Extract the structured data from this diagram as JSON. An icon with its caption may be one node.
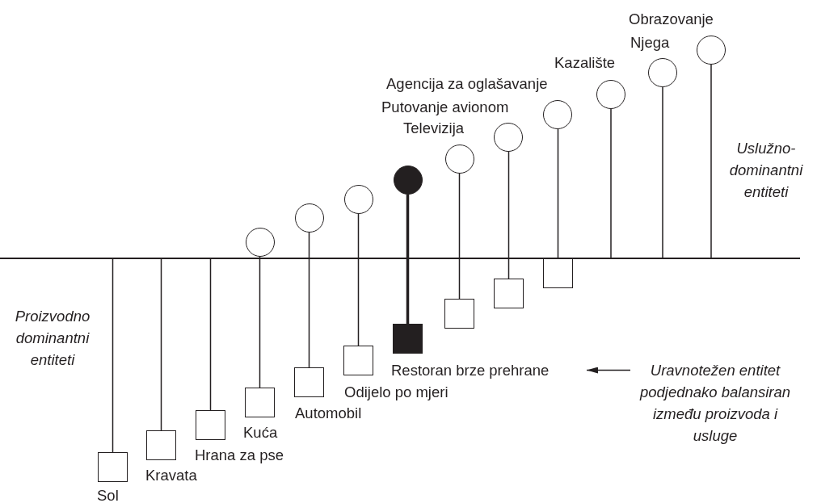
{
  "diagram": {
    "nodes": [
      {
        "text": [],
        "shape": "bar"
      },
      {
        "text": [],
        "shape": "box",
        "beside": [
          "Sol"
        ]
      },
      {
        "text": [],
        "shape": "box",
        "beside": [
          "Kravata"
        ]
      },
      {
        "text": [],
        "shape": "box",
        "beside": [
          "Hrana za pse"
        ]
      },
      {
        "text": [],
        "shape": "circle"
      },
      {
        "text": [],
        "shape": "box",
        "beside": [
          "Kuća"
        ]
      },
      {
        "text": [],
        "shape": "circle"
      },
      {
        "text": [],
        "shape": "box",
        "beside": [
          "Automobil"
        ]
      },
      {
        "text": [],
        "shape": "circle"
      },
      {
        "text": [],
        "shape": "box",
        "beside": [
          "Odijelo po mjeri"
        ]
      },
      {
        "text": [],
        "shape": "circle"
      },
      {
        "text": [],
        "shape": "box"
      },
      {
        "text": [
          "Restoran brze prehrane"
        ]
      },
      {
        "text": [],
        "shape": "circle",
        "beside": [
          "Televizija"
        ]
      },
      {
        "text": [],
        "shape": "box"
      },
      {
        "text": [],
        "shape": "circle",
        "beside": [
          "Putovanje avionom"
        ]
      },
      {
        "text": [],
        "shape": "box"
      },
      {
        "text": [],
        "shape": "circle",
        "beside": [
          "Agencija za oglašavanje"
        ]
      },
      {
        "text": [],
        "shape": "box"
      },
      {
        "text": [],
        "shape": "circle",
        "beside": [
          "Kazalište"
        ]
      },
      {
        "text": [],
        "shape": "circle",
        "beside": [
          "Njega"
        ]
      },
      {
        "text": [],
        "shape": "circle",
        "beside": [
          "Obrazovanje"
        ]
      },
      {
        "text": [
          "Uravnotežen entitet podjednako balansiran između proizvoda i usluge"
        ]
      }
    ],
    "edges": [
      {
        "from": 0,
        "to": 1,
        "arrow": "none"
      },
      {
        "from": 0,
        "to": 2,
        "arrow": "none"
      },
      {
        "from": 0,
        "to": 3,
        "arrow": "none"
      },
      {
        "from": 4,
        "to": 5,
        "arrow": "none"
      },
      {
        "from": 6,
        "to": 7,
        "arrow": "none"
      },
      {
        "from": 8,
        "to": 9,
        "arrow": "none"
      },
      {
        "from": 10,
        "to": 11,
        "arrow": "none",
        "style": "thick"
      },
      {
        "from": 13,
        "to": 14,
        "arrow": "none"
      },
      {
        "from": 15,
        "to": 16,
        "arrow": "none"
      },
      {
        "from": 17,
        "to": 18,
        "arrow": "none"
      },
      {
        "from": 0,
        "to": 19,
        "arrow": "none"
      },
      {
        "from": 0,
        "to": 20,
        "arrow": "none"
      },
      {
        "from": 0,
        "to": 21,
        "arrow": "none"
      },
      {
        "from": 22,
        "to": 12,
        "arrow": "to"
      }
    ],
    "labels": [
      "Uslužno-dominantni entiteti",
      "Proizvodno dominantni entiteti"
    ]
  }
}
